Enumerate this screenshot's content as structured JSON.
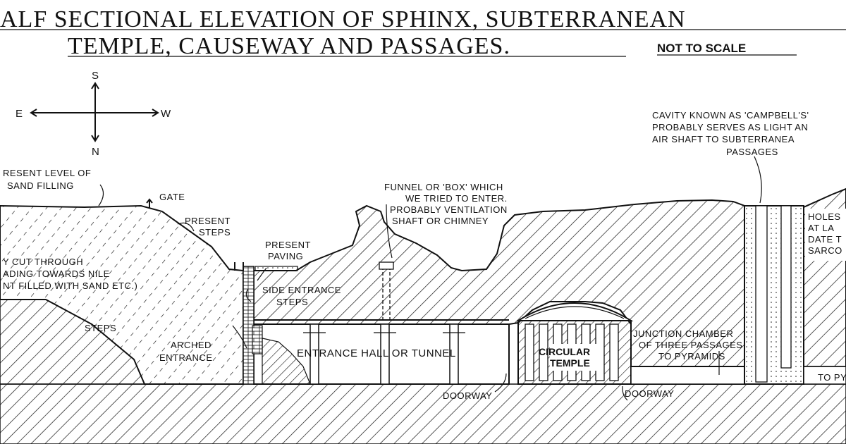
{
  "title": {
    "line1": "ALF SECTIONAL ELEVATION OF SPHINX, SUBTERRANEAN",
    "line2": "TEMPLE, CAUSEWAY AND PASSAGES.",
    "note": "NOT TO SCALE"
  },
  "compass": {
    "north": "N",
    "south": "S",
    "east": "E",
    "west": "W"
  },
  "labels": {
    "present_level_1": "RESENT LEVEL OF",
    "present_level_2": "SAND FILLING",
    "gate": "GATE",
    "present_steps_1": "PRESENT",
    "present_steps_2": "STEPS",
    "cut_1": "Y CUT THROUGH",
    "cut_2": "ADING TOWARDS NILE",
    "cut_3": "NT FILLED WITH SAND ETC.)",
    "steps": "STEPS",
    "arched_1": "ARCHED",
    "arched_2": "ENTRANCE",
    "present_paving_1": "PRESENT",
    "present_paving_2": "PAVING",
    "side_entrance_1": "SIDE ENTRANCE",
    "side_entrance_2": "STEPS",
    "funnel_1": "FUNNEL OR 'BOX' WHICH",
    "funnel_2": "WE TRIED TO ENTER.",
    "funnel_3": "PROBABLY VENTILATION",
    "funnel_4": "SHAFT OR CHIMNEY",
    "entrance_hall": "ENTRANCE HALL OR TUNNEL",
    "doorway_1": "DOORWAY",
    "circular_1": "CIRCULAR",
    "circular_2": "TEMPLE",
    "doorway_2": "DOORWAY",
    "junction_1": "JUNCTION CHAMBER",
    "junction_2": "OF THREE PASSAGES",
    "junction_3": "TO PYRAMIDS",
    "to_pyramids": "TO PY",
    "cavity_1": "CAVITY KNOWN AS 'CAMPBELL'S'",
    "cavity_2": "PROBABLY SERVES AS LIGHT AN",
    "cavity_3": "AIR SHAFT TO SUBTERRANEA",
    "cavity_4": "PASSAGES",
    "holes_1": "HOLES",
    "holes_2": "AT LA",
    "holes_3": "DATE T",
    "holes_4": "SARCO"
  },
  "colors": {
    "ink": "#111111",
    "paper": "#ffffff"
  }
}
